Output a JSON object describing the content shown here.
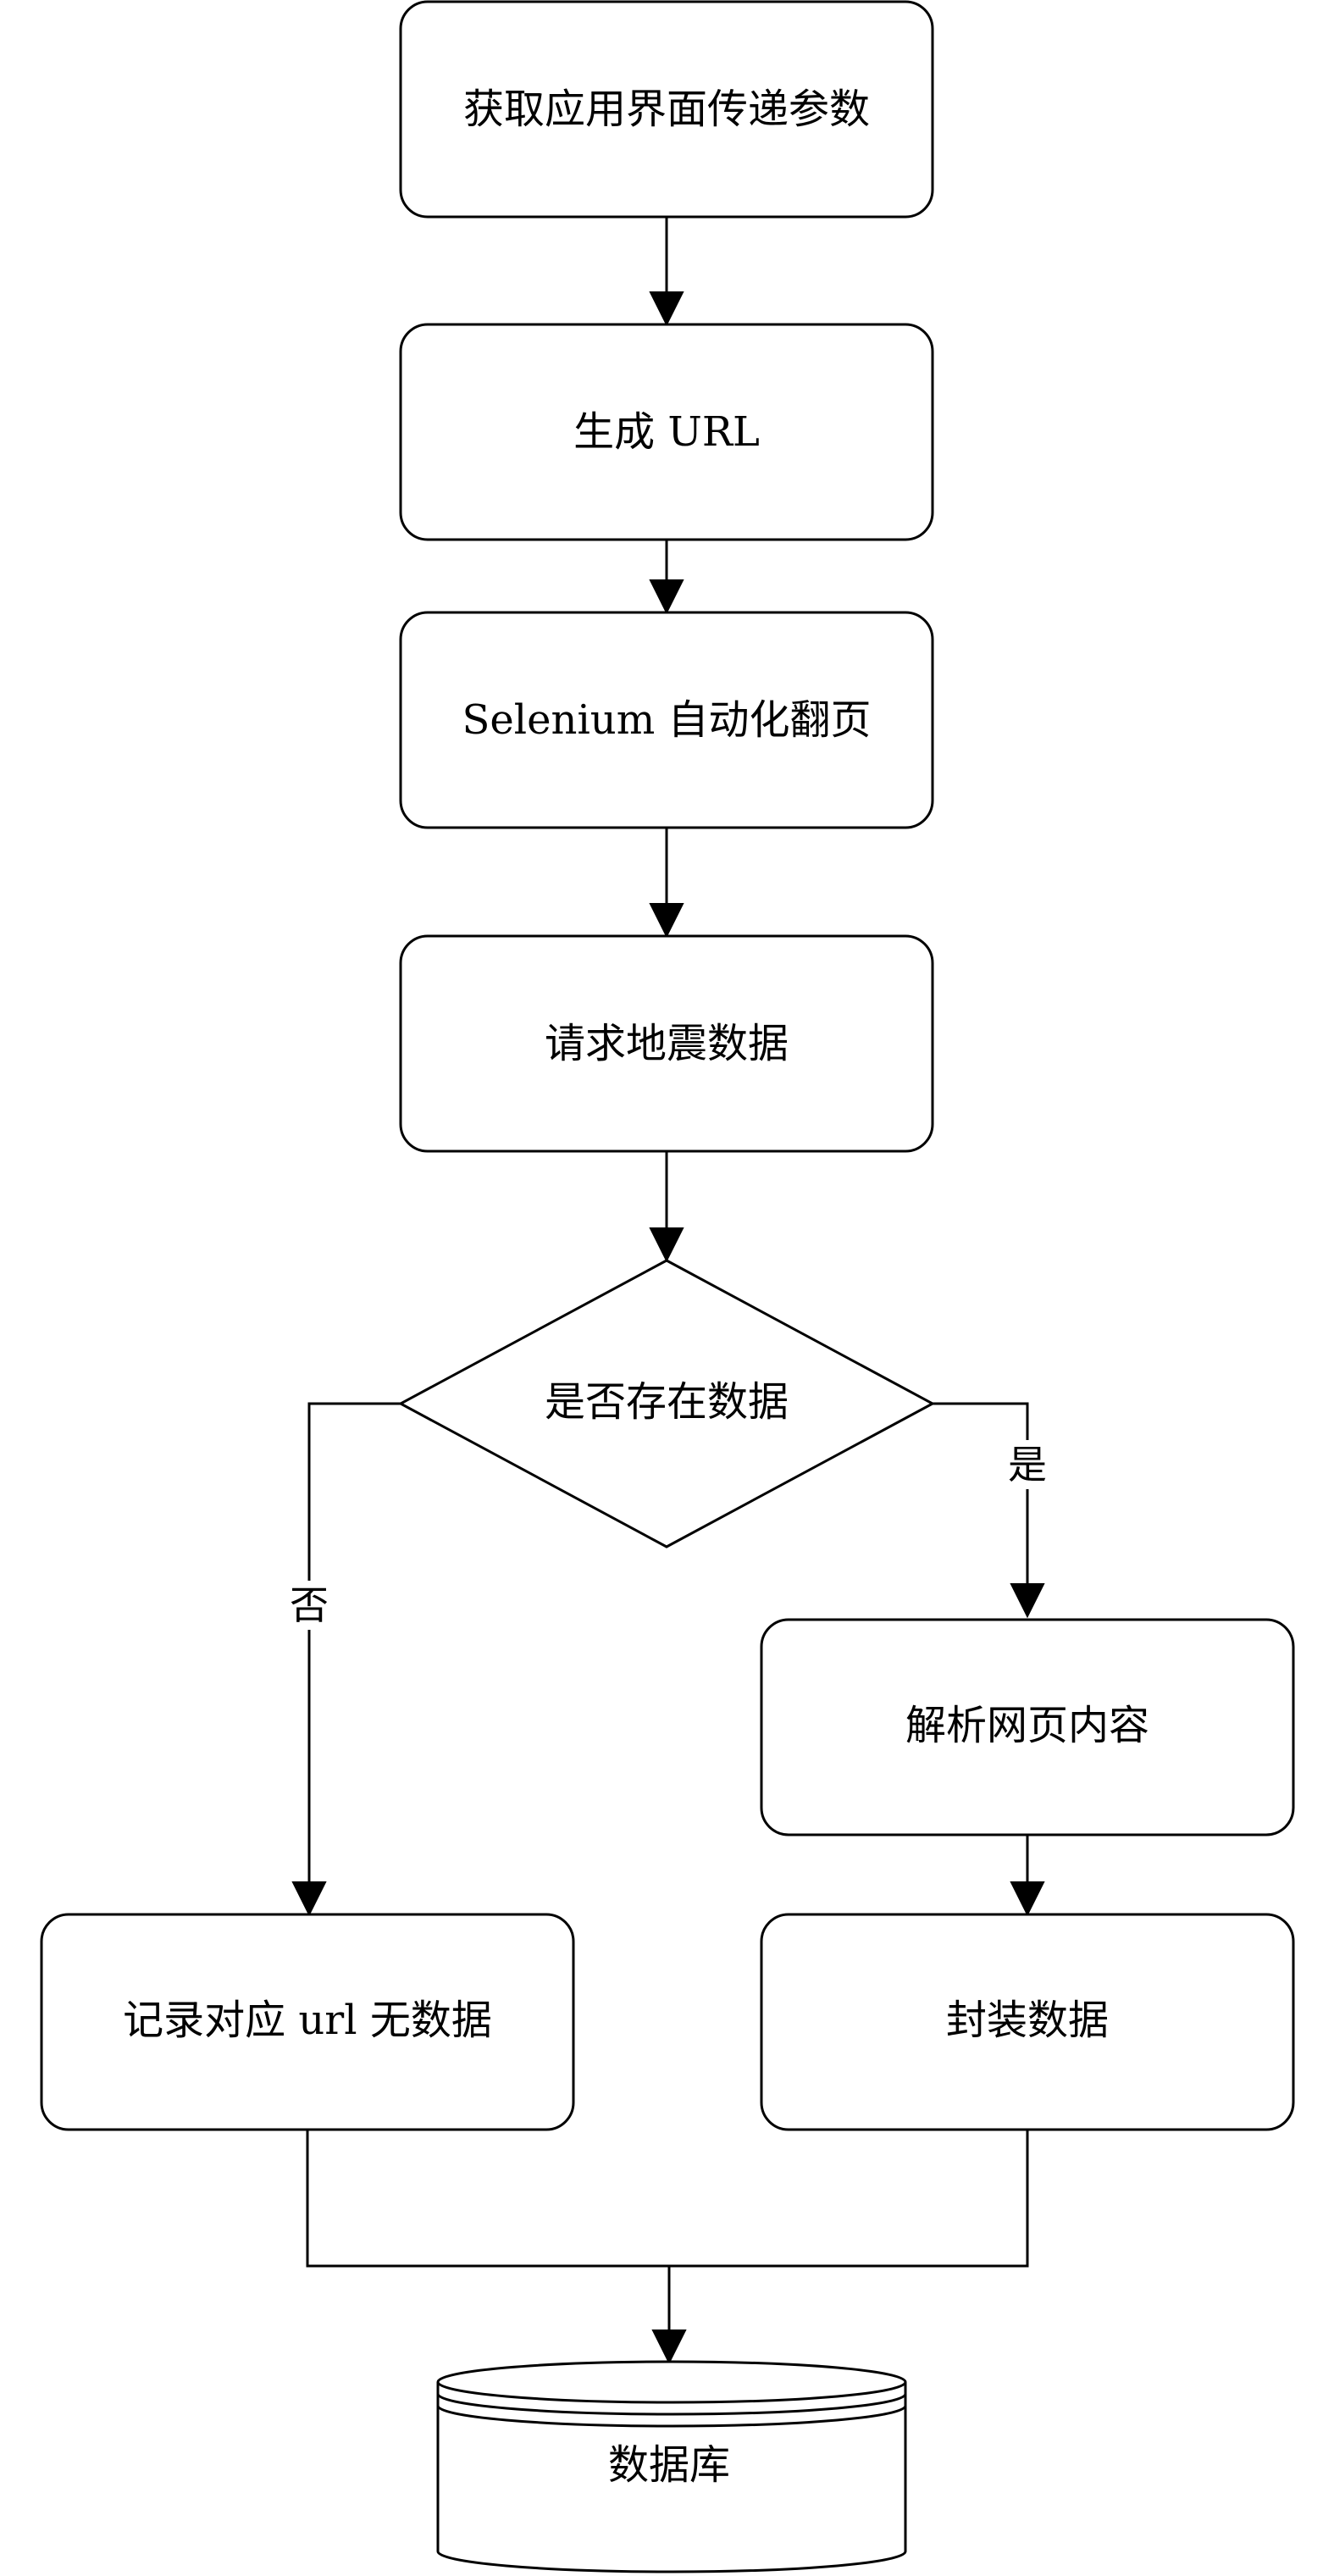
{
  "nodes": {
    "get_params": "获取应用界面传递参数",
    "gen_url": "生成 URL",
    "selenium_paging": "Selenium 自动化翻页",
    "request_data": "请求地震数据",
    "has_data": "是否存在数据",
    "parse_page": "解析网页内容",
    "record_no_data": "记录对应 url 无数据",
    "package_data": "封装数据",
    "database": "数据库"
  },
  "edges": {
    "yes_label": "是",
    "no_label": "否"
  },
  "colors": {
    "stroke": "#000000",
    "fill": "#ffffff",
    "text": "#000000"
  }
}
